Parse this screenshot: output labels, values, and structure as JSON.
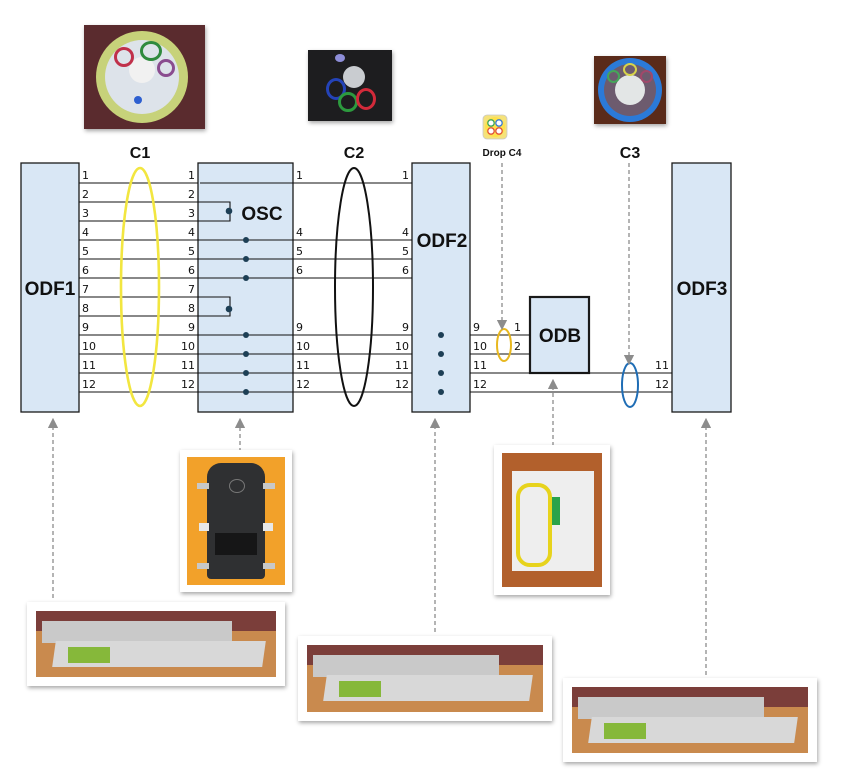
{
  "diagram": {
    "devices": [
      {
        "id": "ODF1",
        "label": "ODF1"
      },
      {
        "id": "OSC",
        "label": "OSC"
      },
      {
        "id": "ODF2",
        "label": "ODF2"
      },
      {
        "id": "ODB",
        "label": "ODB"
      },
      {
        "id": "ODF3",
        "label": "ODF3"
      }
    ],
    "cables": [
      {
        "id": "C1",
        "label": "C1",
        "color": "#f2e640"
      },
      {
        "id": "C2",
        "label": "C2",
        "color": "#111111"
      },
      {
        "id": "C3",
        "label": "C3",
        "color": "#1f6db5"
      },
      {
        "id": "C4",
        "label": "Drop C4",
        "color": "#e8b820"
      }
    ],
    "fiber_numbers": [
      "1",
      "2",
      "3",
      "4",
      "5",
      "6",
      "7",
      "8",
      "9",
      "10",
      "11",
      "12"
    ],
    "odf1_to_osc": {
      "left_ports": [
        "1",
        "2",
        "3",
        "4",
        "5",
        "6",
        "7",
        "8",
        "9",
        "10",
        "11",
        "12"
      ],
      "right_ports": [
        "1",
        "2",
        "3",
        "4",
        "5",
        "6",
        "7",
        "8",
        "9",
        "10",
        "11",
        "12"
      ]
    },
    "osc_to_odf2": {
      "left_ports": [
        "1",
        "4",
        "5",
        "6",
        "9",
        "10",
        "11",
        "12"
      ],
      "right_ports": [
        "1",
        "4",
        "5",
        "6",
        "9",
        "10",
        "11",
        "12"
      ]
    },
    "odf2_out": {
      "ports": [
        "9",
        "10",
        "11",
        "12"
      ]
    },
    "odb_in": {
      "ports": [
        "1",
        "2"
      ]
    },
    "odf3_in": {
      "ports": [
        "11",
        "12"
      ]
    },
    "colors": {
      "box_fill": "#d9e7f5",
      "box_stroke": "#1a1a1a",
      "splice_dot": "#1d3f55",
      "arrow": "#8c8c8c"
    }
  },
  "photos": {
    "c1_cable": "C1 cable cross-section",
    "c2_cable": "C2 cable cross-section",
    "c3_cable": "C3 cable cross-section",
    "drop_c4_icon": "Drop cable icon",
    "osc_closure": "OSC splice closure",
    "odb_box": "ODB distribution box",
    "odf_panel_1": "ODF1 patch panel",
    "odf_panel_2": "ODF2 patch panel",
    "odf_panel_3": "ODF3 patch panel"
  }
}
